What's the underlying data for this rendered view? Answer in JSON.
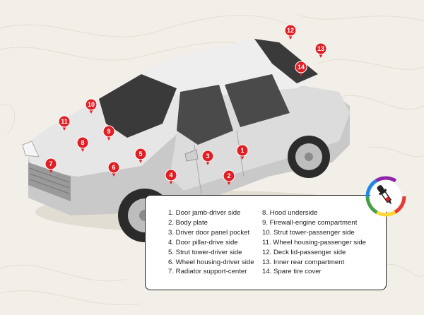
{
  "markers": [
    {
      "label": "1"
    },
    {
      "label": "2"
    },
    {
      "label": "3"
    },
    {
      "label": "4"
    },
    {
      "label": "5"
    },
    {
      "label": "6"
    },
    {
      "label": "7"
    },
    {
      "label": "8"
    },
    {
      "label": "9"
    },
    {
      "label": "10"
    },
    {
      "label": "11"
    },
    {
      "label": "12"
    },
    {
      "label": "13"
    },
    {
      "label": "14"
    }
  ],
  "legend": {
    "left": [
      "1. Door jamb-driver side",
      "2. Body plate",
      "3. Driver door panel pocket",
      "4. Door pillar-drive side",
      "5. Strut tower-driver side",
      "6. Wheel housing-driver side",
      "7. Radiator support-center"
    ],
    "right": [
      "8. Hood underside",
      "9. Firewall-engine compartment",
      "10. Strut tower-passenger side",
      "11. Wheel housing-passenger side",
      "12. Deck lid-passenger side",
      "13. Inner rear compartment",
      "14. Spare tire cover"
    ]
  },
  "colors": {
    "background": "#f2efe8",
    "marker": "#e01e24",
    "car_body": "#d9d9d9",
    "car_glass": "#3a3a3a",
    "legend_border": "#222222"
  },
  "icons": [
    "eyedropper-color-wheel-icon"
  ]
}
